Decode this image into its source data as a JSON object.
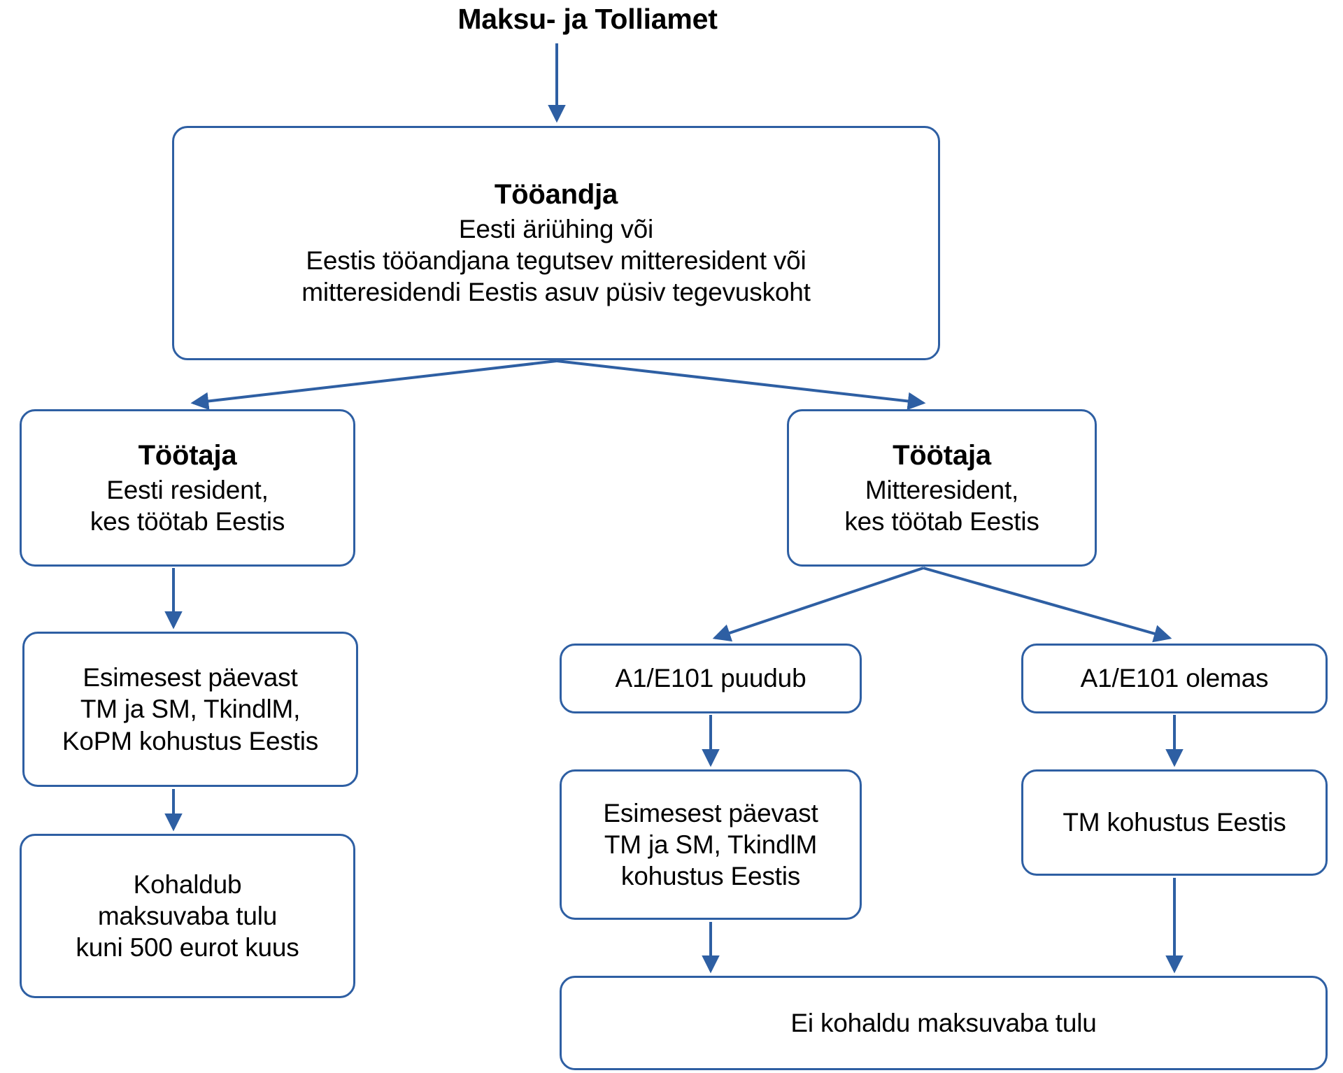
{
  "diagram": {
    "type": "flowchart",
    "header": {
      "title": "Maksu- ja Tolliamet"
    },
    "colors": {
      "edge": "#2E5FA3",
      "node_border": "#2E5FA3",
      "node_fill": "#FFFFFF",
      "text": "#000000"
    },
    "nodes": {
      "employer": {
        "title": "Tööandja",
        "line1": "Eesti äriühing või",
        "line2": "Eestis tööandjana tegutsev mitteresident või",
        "line3": "mitteresidendi Eestis asuv püsiv tegevuskoht"
      },
      "resident": {
        "title": "Töötaja",
        "line1": "Eesti resident,",
        "line2": "kes töötab Eestis"
      },
      "nonresident": {
        "title": "Töötaja",
        "line1": "Mitteresident,",
        "line2": "kes töötab Eestis"
      },
      "left_obligation": {
        "line1": "Esimesest päevast",
        "line2": "TM ja SM, TkindlM,",
        "line3": "KoPM kohustus Eestis"
      },
      "left_result": {
        "line1": "Kohaldub",
        "line2": "maksuvaba tulu",
        "line3": "kuni 500 eurot kuus"
      },
      "a1_missing": {
        "line1": "A1/E101 puudub"
      },
      "a1_present": {
        "line1": "A1/E101 olemas"
      },
      "mid_obligation": {
        "line1": "Esimesest päevast",
        "line2": "TM ja SM, TkindlM",
        "line3": "kohustus Eestis"
      },
      "right_obligation": {
        "line1": "TM kohustus Eestis"
      },
      "bottom_result": {
        "line1": "Ei kohaldu maksuvaba tulu"
      }
    }
  }
}
